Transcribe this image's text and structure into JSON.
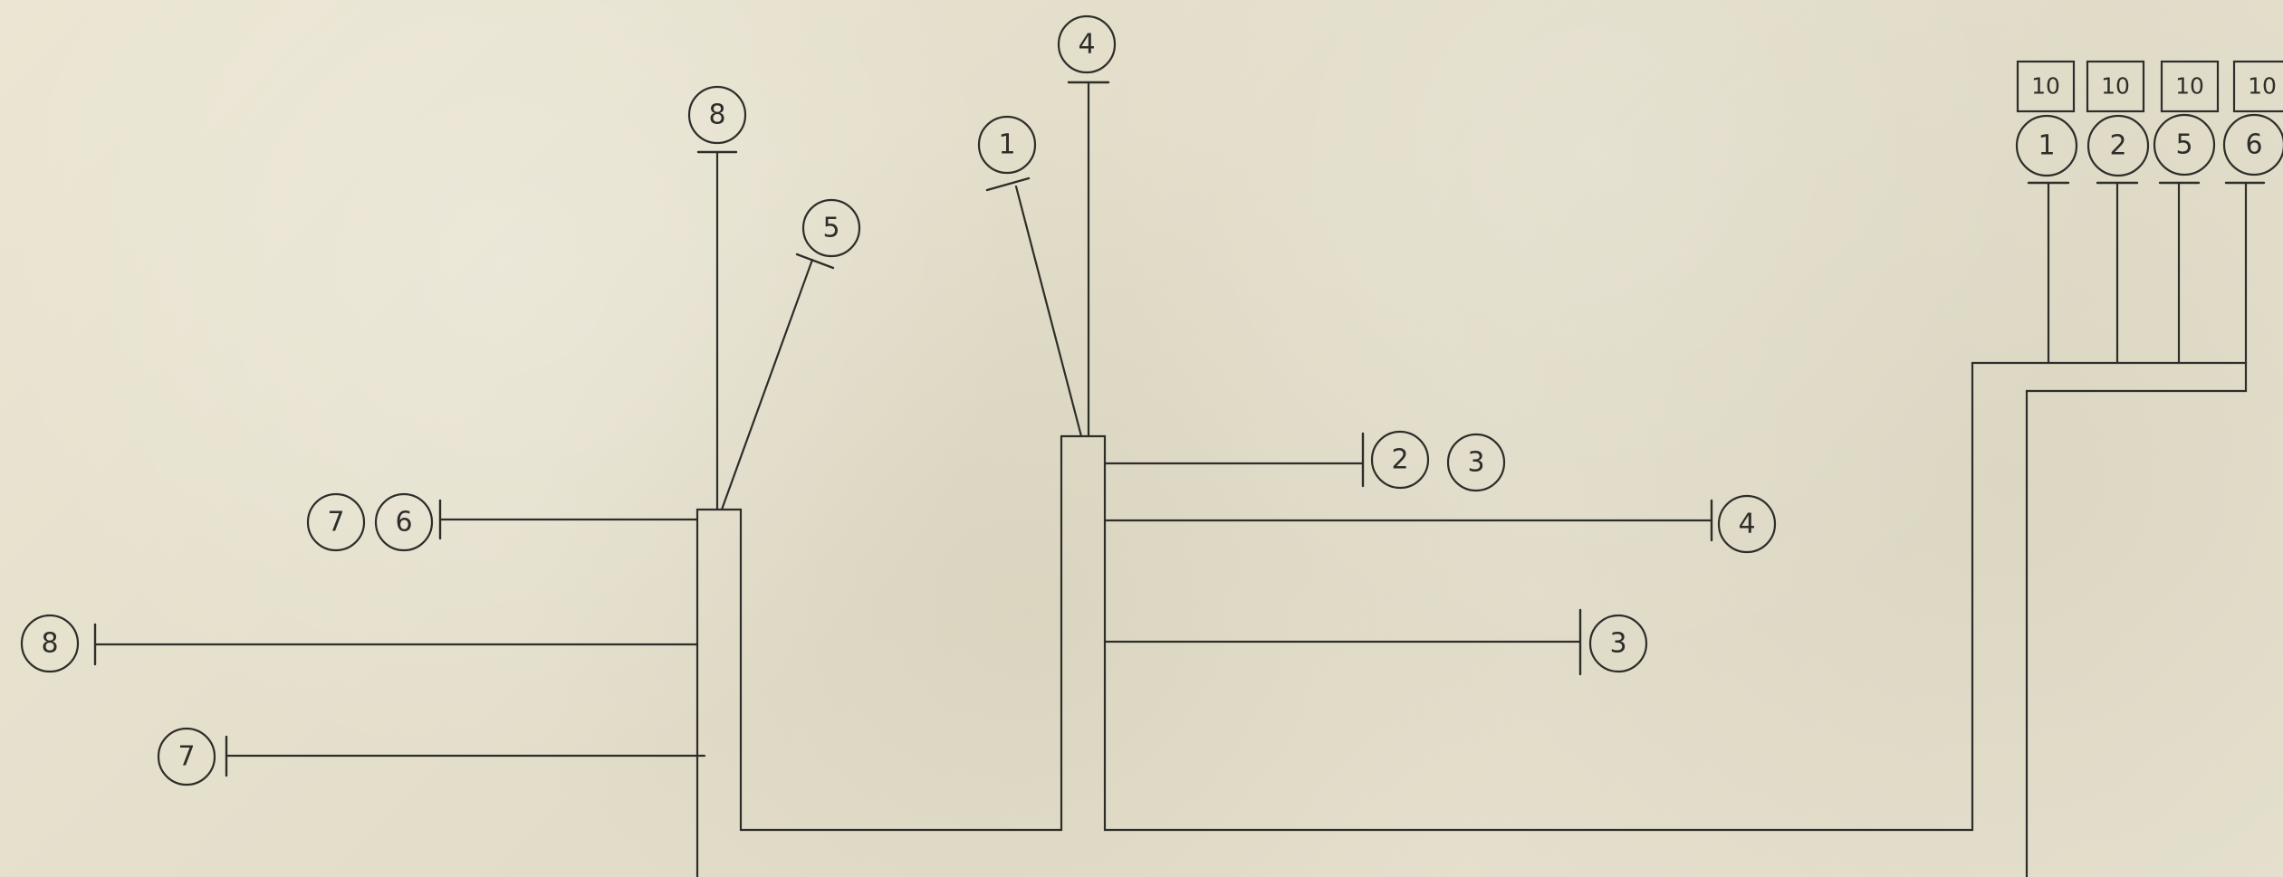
{
  "diagram": {
    "left_riser_top_label": "8",
    "left_riser_diag_label": "5",
    "left_riser_branch_upper_labels": [
      "7",
      "6"
    ],
    "left_riser_branch_mid_label": "8",
    "left_riser_branch_low_label": "7",
    "center_riser_top_label": "4",
    "center_riser_diag_label": "1",
    "center_riser_branch_upper_labels": [
      "2",
      "3"
    ],
    "center_riser_branch_mid_label": "4",
    "center_riser_branch_low_label": "3",
    "right_manifold_circle_labels": [
      "1",
      "2",
      "5",
      "6"
    ],
    "right_manifold_box_labels": [
      "10",
      "10",
      "10",
      "10"
    ]
  }
}
